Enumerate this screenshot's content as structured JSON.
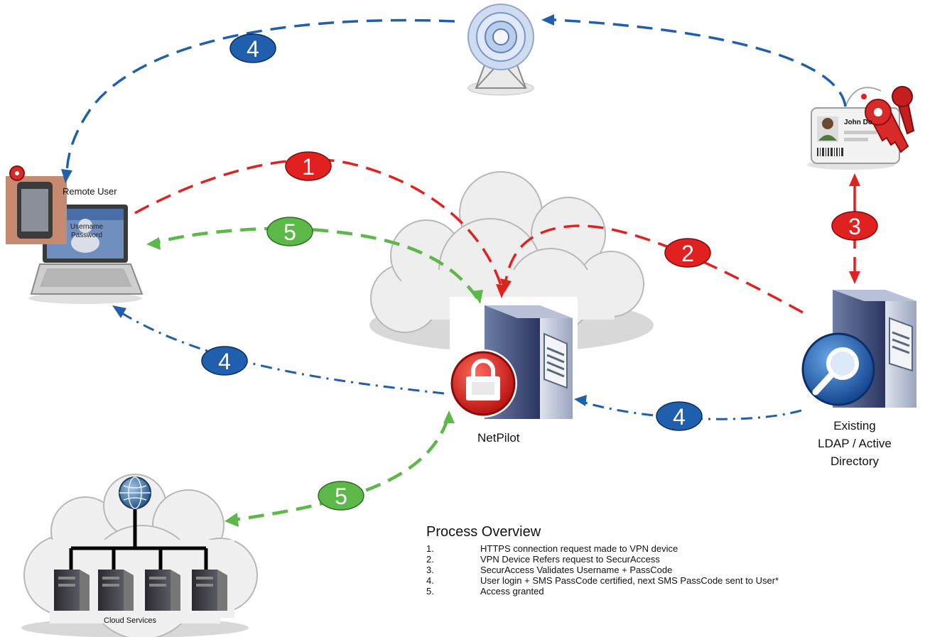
{
  "nodes": {
    "remote_user": "Remote User",
    "laptop_field_1": "Username",
    "laptop_field_2": "Password",
    "netpilot": "NetPilot",
    "ldap_line_1": "Existing",
    "ldap_line_2": "LDAP / Active",
    "ldap_line_3": "Directory",
    "cloud_services": "Cloud Services",
    "id_card_name": "John Do"
  },
  "badges": [
    {
      "text": "4",
      "color": "#1f5fae"
    },
    {
      "text": "1",
      "color": "#e0211f"
    },
    {
      "text": "5",
      "color": "#5cb848"
    },
    {
      "text": "2",
      "color": "#e0211f"
    },
    {
      "text": "3",
      "color": "#e0211f"
    },
    {
      "text": "4",
      "color": "#1f5fae"
    },
    {
      "text": "4",
      "color": "#1f5fae"
    },
    {
      "text": "5",
      "color": "#5cb848"
    }
  ],
  "overview": {
    "title": "Process Overview",
    "steps": [
      {
        "num": "1.",
        "text": "HTTPS connection request made to VPN device"
      },
      {
        "num": "2.",
        "text": "VPN Device Refers request to SecurAccess"
      },
      {
        "num": "3.",
        "text": "SecurAccess Validates Username + PassCode"
      },
      {
        "num": "4.",
        "text": "User login + SMS PassCode certified, next SMS PassCode sent to User*"
      },
      {
        "num": "5.",
        "text": "Access granted"
      }
    ]
  },
  "colors": {
    "red": "#e0211f",
    "blue": "#1f5fae",
    "green": "#5cb848"
  },
  "icons": [
    "cell-tower-icon",
    "id-card-icon",
    "keys-icon",
    "phone-icon",
    "laptop-icon",
    "server-icon",
    "lock-icon",
    "directory-server-icon",
    "search-icon",
    "globe-icon",
    "cloud-icon"
  ]
}
